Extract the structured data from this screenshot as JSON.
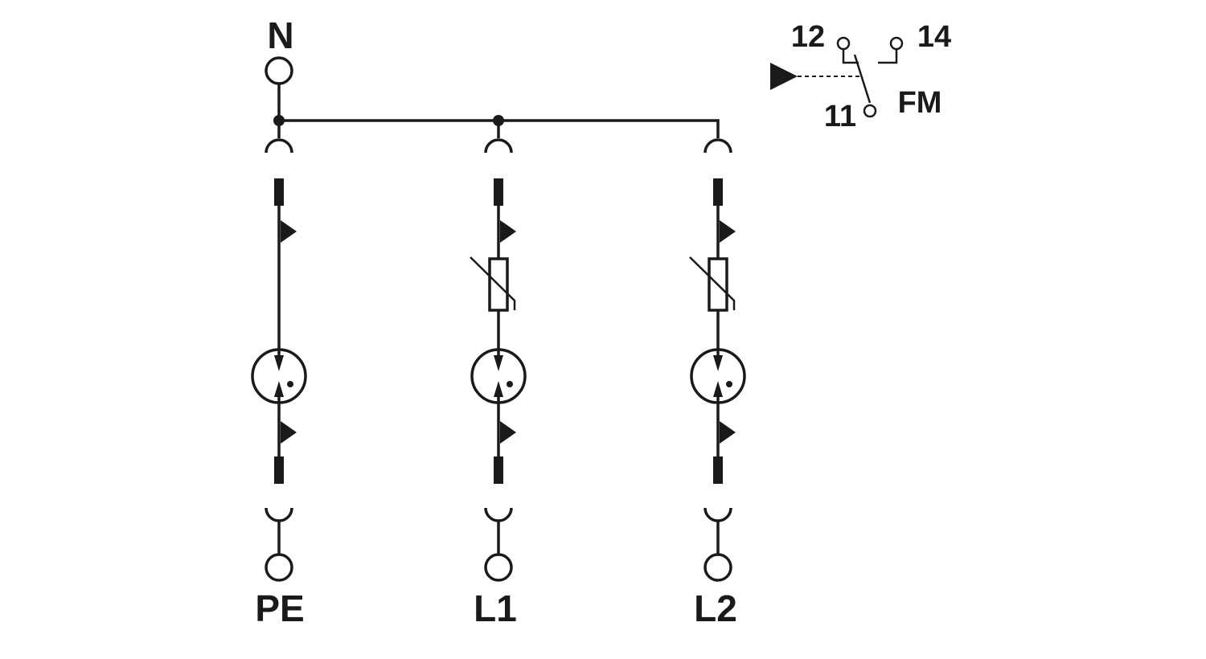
{
  "terminals": {
    "top": "N",
    "bottom": [
      "PE",
      "L1",
      "L2"
    ]
  },
  "remote_contact": {
    "pin_nc": "12",
    "pin_no": "14",
    "pin_common": "11",
    "name": "FM"
  },
  "colors": {
    "ink": "#1a1a1a",
    "background": "#ffffff"
  }
}
